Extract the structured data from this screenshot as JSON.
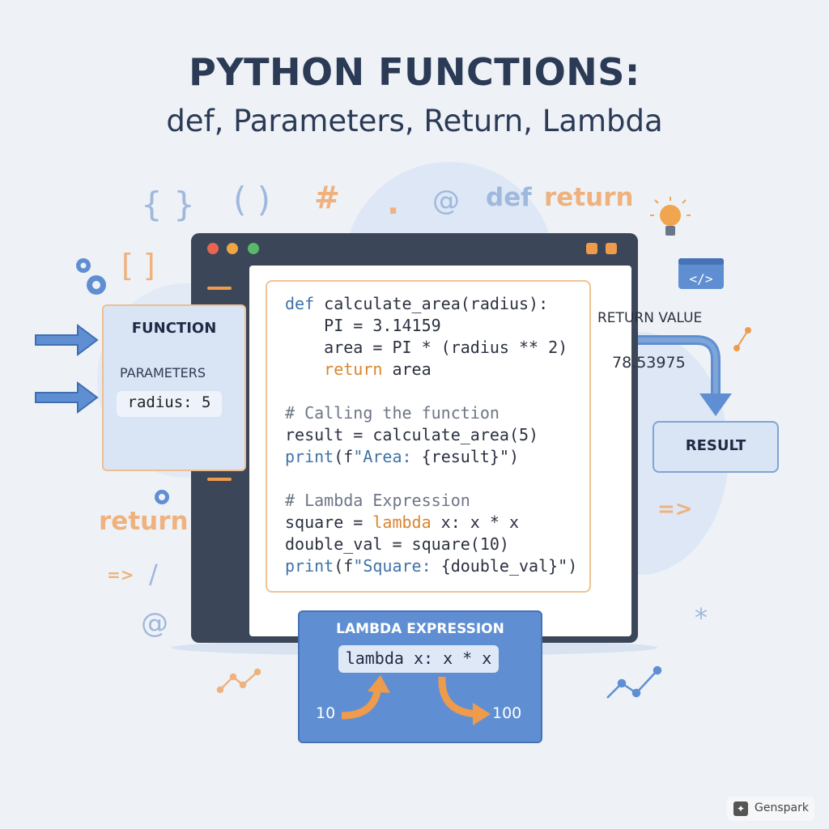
{
  "title": "PYTHON FUNCTIONS:",
  "subtitle": "def, Parameters, Return, Lambda",
  "symbols": {
    "braces": "{ }",
    "parens": "( )",
    "hash": "#",
    "dot": ".",
    "at": "@",
    "def": "def",
    "return_top": "return",
    "brackets": "[ ]",
    "return_left": "return",
    "arrow_left": "=>",
    "slash": "/",
    "at_left": "@",
    "arrow_right": "=>",
    "asterisk": "*"
  },
  "function_box": {
    "title": "FUNCTION",
    "parameters_label": "PARAMETERS",
    "param_value": "radius: 5"
  },
  "code": {
    "line1_kw": "def",
    "line1_rest": " calculate_area(radius):",
    "line2": "    PI = 3.14159",
    "line3": "    area = PI * (radius ** 2)",
    "line4_kw": "    return",
    "line4_rest": " area",
    "line5": "# Calling the function",
    "line6": "result = calculate_area(5)",
    "line7_fn": "print",
    "line7_open": "(f",
    "line7_str": "\"Area: ",
    "line7_rest": "{result}\")",
    "line8": "# Lambda Expression",
    "line9_pre": "square = ",
    "line9_kw": "lambda",
    "line9_rest": " x: x * x",
    "line10": "double_val = square(10)",
    "line11_fn": "print",
    "line11_open": "(f",
    "line11_str": "\"Square: ",
    "line11_rest": "{double_val}\")"
  },
  "return_value": {
    "label": "RETURN VALUE",
    "value": "78.53975"
  },
  "result_box": {
    "label": "RESULT"
  },
  "lambda_box": {
    "title": "LAMBDA EXPRESSION",
    "code": "lambda x: x * x",
    "input": "10",
    "output": "100"
  },
  "watermark": "Genspark",
  "colors": {
    "background": "#eef2f7",
    "navy": "#2b3a55",
    "window": "#3c4659",
    "accent_blue": "#5f8fd2",
    "accent_orange": "#ef9b4c",
    "light_blue_box": "#d9e5f5"
  },
  "icons": [
    "gear-icon",
    "lightbulb-icon",
    "code-tag-icon",
    "line-chart-icon",
    "arrow-icon"
  ]
}
